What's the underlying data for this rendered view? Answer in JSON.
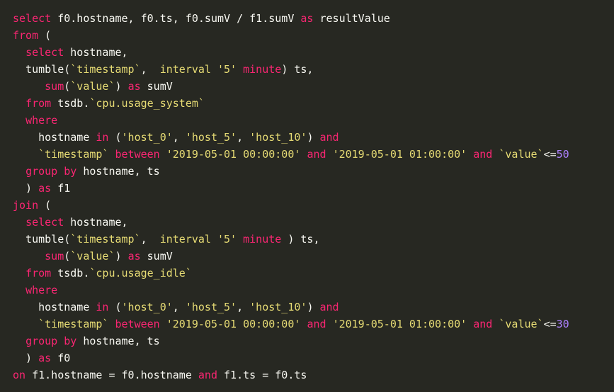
{
  "code": {
    "language": "sql",
    "lines": [
      [
        [
          "kw",
          "select"
        ],
        [
          "txt",
          " f0.hostname, f0.ts, f0.sumV / f1.sumV "
        ],
        [
          "kw",
          "as"
        ],
        [
          "txt",
          " resultValue"
        ]
      ],
      [
        [
          "kw",
          "from"
        ],
        [
          "txt",
          " ("
        ]
      ],
      [
        [
          "txt",
          "  "
        ],
        [
          "kw",
          "select"
        ],
        [
          "txt",
          " hostname,"
        ]
      ],
      [
        [
          "txt",
          "  tumble("
        ],
        [
          "str",
          "`timestamp`"
        ],
        [
          "txt",
          ",  "
        ],
        [
          "str",
          "interval"
        ],
        [
          "txt",
          " "
        ],
        [
          "str",
          "'5'"
        ],
        [
          "txt",
          " "
        ],
        [
          "kw",
          "minute"
        ],
        [
          "txt",
          ") ts,"
        ]
      ],
      [
        [
          "txt",
          "     "
        ],
        [
          "kw",
          "sum"
        ],
        [
          "txt",
          "("
        ],
        [
          "str",
          "`value`"
        ],
        [
          "txt",
          ") "
        ],
        [
          "kw",
          "as"
        ],
        [
          "txt",
          " sumV"
        ]
      ],
      [
        [
          "txt",
          "  "
        ],
        [
          "kw",
          "from"
        ],
        [
          "txt",
          " tsdb."
        ],
        [
          "str",
          "`cpu.usage_system`"
        ]
      ],
      [
        [
          "txt",
          "  "
        ],
        [
          "kw",
          "where"
        ]
      ],
      [
        [
          "txt",
          "    hostname "
        ],
        [
          "kw",
          "in"
        ],
        [
          "txt",
          " ("
        ],
        [
          "str",
          "'host_0'"
        ],
        [
          "txt",
          ", "
        ],
        [
          "str",
          "'host_5'"
        ],
        [
          "txt",
          ", "
        ],
        [
          "str",
          "'host_10'"
        ],
        [
          "txt",
          ") "
        ],
        [
          "kw",
          "and"
        ]
      ],
      [
        [
          "txt",
          "    "
        ],
        [
          "str",
          "`timestamp`"
        ],
        [
          "txt",
          " "
        ],
        [
          "kw",
          "between"
        ],
        [
          "txt",
          " "
        ],
        [
          "str",
          "'2019-05-01 00:00:00'"
        ],
        [
          "txt",
          " "
        ],
        [
          "kw",
          "and"
        ],
        [
          "txt",
          " "
        ],
        [
          "str",
          "'2019-05-01 01:00:00'"
        ],
        [
          "txt",
          " "
        ],
        [
          "kw",
          "and"
        ],
        [
          "txt",
          " "
        ],
        [
          "str",
          "`value`"
        ],
        [
          "txt",
          "<="
        ],
        [
          "num",
          "50"
        ]
      ],
      [
        [
          "txt",
          "  "
        ],
        [
          "kw",
          "group by"
        ],
        [
          "txt",
          " hostname, ts"
        ]
      ],
      [
        [
          "txt",
          "  ) "
        ],
        [
          "kw",
          "as"
        ],
        [
          "txt",
          " f1"
        ]
      ],
      [
        [
          "kw",
          "join"
        ],
        [
          "txt",
          " ("
        ]
      ],
      [
        [
          "txt",
          "  "
        ],
        [
          "kw",
          "select"
        ],
        [
          "txt",
          " hostname,"
        ]
      ],
      [
        [
          "txt",
          "  tumble("
        ],
        [
          "str",
          "`timestamp`"
        ],
        [
          "txt",
          ",  "
        ],
        [
          "str",
          "interval"
        ],
        [
          "txt",
          " "
        ],
        [
          "str",
          "'5'"
        ],
        [
          "txt",
          " "
        ],
        [
          "kw",
          "minute"
        ],
        [
          "txt",
          " ) ts,"
        ]
      ],
      [
        [
          "txt",
          "     "
        ],
        [
          "kw",
          "sum"
        ],
        [
          "txt",
          "("
        ],
        [
          "str",
          "`value`"
        ],
        [
          "txt",
          ") "
        ],
        [
          "kw",
          "as"
        ],
        [
          "txt",
          " sumV"
        ]
      ],
      [
        [
          "txt",
          "  "
        ],
        [
          "kw",
          "from"
        ],
        [
          "txt",
          " tsdb."
        ],
        [
          "str",
          "`cpu.usage_idle`"
        ]
      ],
      [
        [
          "txt",
          "  "
        ],
        [
          "kw",
          "where"
        ]
      ],
      [
        [
          "txt",
          "    hostname "
        ],
        [
          "kw",
          "in"
        ],
        [
          "txt",
          " ("
        ],
        [
          "str",
          "'host_0'"
        ],
        [
          "txt",
          ", "
        ],
        [
          "str",
          "'host_5'"
        ],
        [
          "txt",
          ", "
        ],
        [
          "str",
          "'host_10'"
        ],
        [
          "txt",
          ") "
        ],
        [
          "kw",
          "and"
        ]
      ],
      [
        [
          "txt",
          "    "
        ],
        [
          "str",
          "`timestamp`"
        ],
        [
          "txt",
          " "
        ],
        [
          "kw",
          "between"
        ],
        [
          "txt",
          " "
        ],
        [
          "str",
          "'2019-05-01 00:00:00'"
        ],
        [
          "txt",
          " "
        ],
        [
          "kw",
          "and"
        ],
        [
          "txt",
          " "
        ],
        [
          "str",
          "'2019-05-01 01:00:00'"
        ],
        [
          "txt",
          " "
        ],
        [
          "kw",
          "and"
        ],
        [
          "txt",
          " "
        ],
        [
          "str",
          "`value`"
        ],
        [
          "txt",
          "<="
        ],
        [
          "num",
          "30"
        ]
      ],
      [
        [
          "txt",
          "  "
        ],
        [
          "kw",
          "group by"
        ],
        [
          "txt",
          " hostname, ts"
        ]
      ],
      [
        [
          "txt",
          "  ) "
        ],
        [
          "kw",
          "as"
        ],
        [
          "txt",
          " f0"
        ]
      ],
      [
        [
          "kw",
          "on"
        ],
        [
          "txt",
          " f1.hostname = f0.hostname "
        ],
        [
          "kw",
          "and"
        ],
        [
          "txt",
          " f1.ts = f0.ts"
        ]
      ]
    ]
  },
  "colors": {
    "background": "#272822",
    "keyword": "#f92672",
    "string": "#e6db74",
    "number": "#ae81ff",
    "text": "#f8f8f2"
  }
}
